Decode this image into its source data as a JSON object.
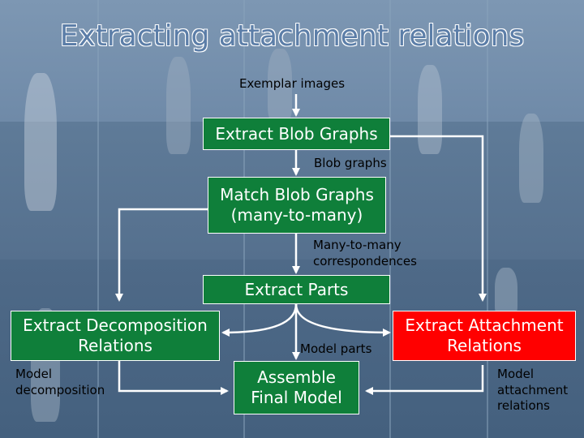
{
  "title": "Extracting attachment relations",
  "labels": {
    "exemplar_images": "Exemplar images",
    "blob_graphs": "Blob graphs",
    "many_to_many_1": "Many-to-many",
    "many_to_many_2": "correspondences",
    "model_parts": "Model parts",
    "model_decomp_1": "Model",
    "model_decomp_2": "decomposition",
    "model_attach_1": "Model",
    "model_attach_2": "attachment",
    "model_attach_3": "relations"
  },
  "boxes": {
    "extract_blob_graphs": "Extract Blob Graphs",
    "match_blob_graphs_1": "Match Blob Graphs",
    "match_blob_graphs_2": "(many-to-many)",
    "extract_parts": "Extract Parts",
    "extract_decomp_1": "Extract Decomposition",
    "extract_decomp_2": "Relations",
    "extract_attach_1": "Extract Attachment",
    "extract_attach_2": "Relations",
    "assemble_1": "Assemble",
    "assemble_2": "Final Model"
  },
  "colors": {
    "box_green": "#0f7f3a",
    "box_red": "#ff0000",
    "title": "#5c7ea8",
    "arrows": "#ffffff"
  }
}
